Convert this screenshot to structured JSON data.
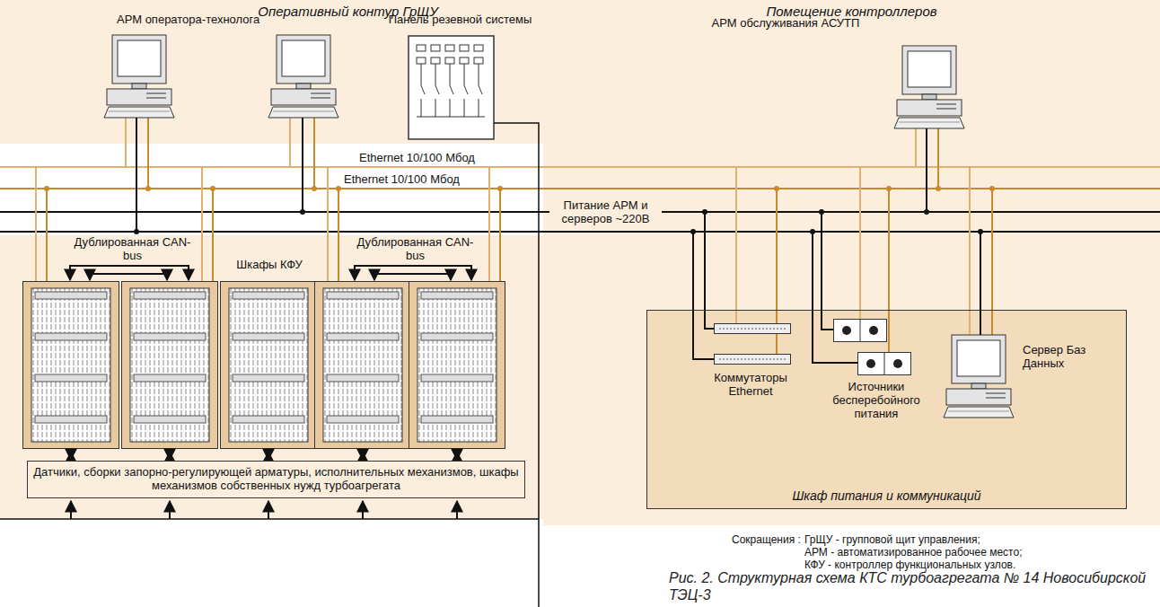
{
  "diagram": {
    "caption": "Рис. 2. Структурная схема КТС турбоагрегата № 14 Новосибирской ТЭЦ-3",
    "nodes": [
      {
        "text": [
          "Оперативный контур ГрЩУ"
        ]
      },
      {
        "text": [
          "АРМ оператора-технолога"
        ],
        "in": 0
      },
      {
        "text": [
          "Панель резевной системы"
        ],
        "in": 0
      },
      {
        "text": [
          "Помещение контроллеров"
        ]
      },
      {
        "text": [
          "АРМ обслуживания АСУТП"
        ],
        "in": 3
      },
      {
        "text": [
          "Шкафы КФУ"
        ]
      },
      {
        "text": [
          "Шкаф питания и коммуникаций"
        ],
        "in": 3
      },
      {
        "text": [
          "Коммутаторы Ethernet"
        ],
        "in": 6
      },
      {
        "text": [
          "Источники бесперебойного питания"
        ],
        "in": 6
      },
      {
        "text": [
          "Сервер Баз Данных"
        ],
        "in": 6
      },
      {
        "text": [
          "Датчики, сборки запорно-регулирующей арматуры, исполнительных механизмов, шкафы механизмов собственных нужд турбоагрегата"
        ]
      }
    ],
    "edges": [
      {
        "from": 5,
        "to": 10,
        "arrow": "both"
      }
    ],
    "labels": [
      "Ethernet 10/100 Мбод",
      "Ethernet 10/100 Мбод",
      "Питание АРМ и серверов ~220В",
      "Дублированная CAN-bus",
      "Дублированная CAN-bus",
      "Сокращения :",
      "ГрЩУ - групповой щит управления;",
      "АРМ - автоматизированное рабочее место;",
      "КФУ - контроллер функциональных узлов."
    ]
  }
}
